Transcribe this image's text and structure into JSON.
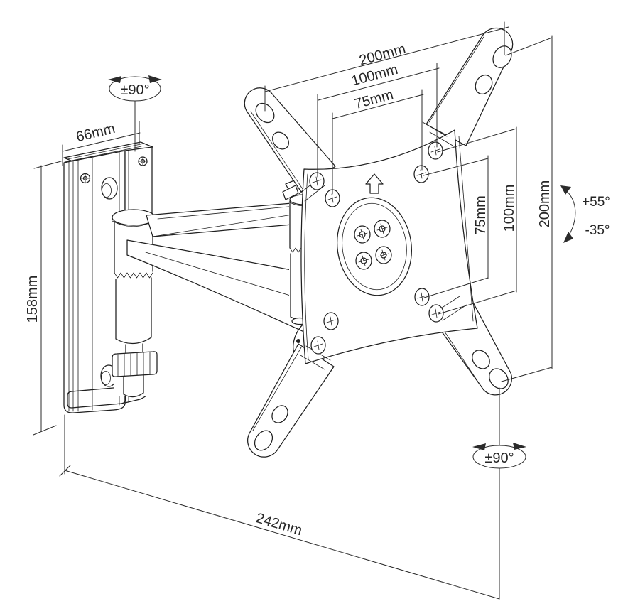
{
  "drawing": {
    "background": "#ffffff",
    "line_color": "#1f1f1f",
    "dim_color": "#2b2b2b",
    "dimensions": {
      "wall_plate_width": "66mm",
      "wall_plate_height": "158mm",
      "bracket_width_outer": "200mm",
      "vesa_width_100": "100mm",
      "vesa_width_75": "75mm",
      "vesa_height_75": "75mm",
      "vesa_height_100": "100mm",
      "bracket_height_outer": "200mm",
      "extension_reach": "242mm"
    },
    "angles": {
      "wall_swivel": "±90°",
      "plate_swivel": "±90°",
      "tilt_up": "+55°",
      "tilt_down": "-35°"
    }
  }
}
